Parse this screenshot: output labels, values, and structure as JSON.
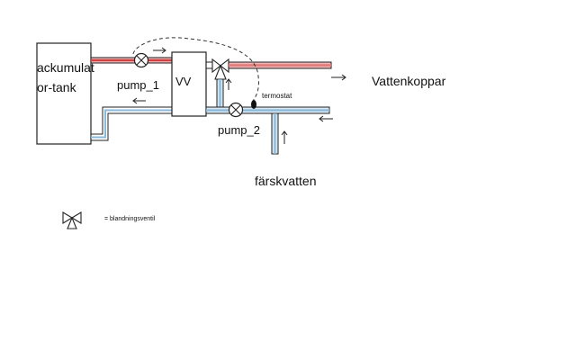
{
  "labels": {
    "tank_line1": "ackumulat",
    "tank_line2": "or-tank",
    "pump1": "pump_1",
    "vv": "VV",
    "pump2": "pump_2",
    "termostat": "termostat",
    "vattenkoppar": "Vattenkoppar",
    "farskvatten": "färskvatten",
    "legend_text": "= blandningsventil"
  },
  "colors": {
    "hot_pipe": "#e07a7a",
    "cold_pipe": "#8ab8d8",
    "outline": "#222222"
  }
}
